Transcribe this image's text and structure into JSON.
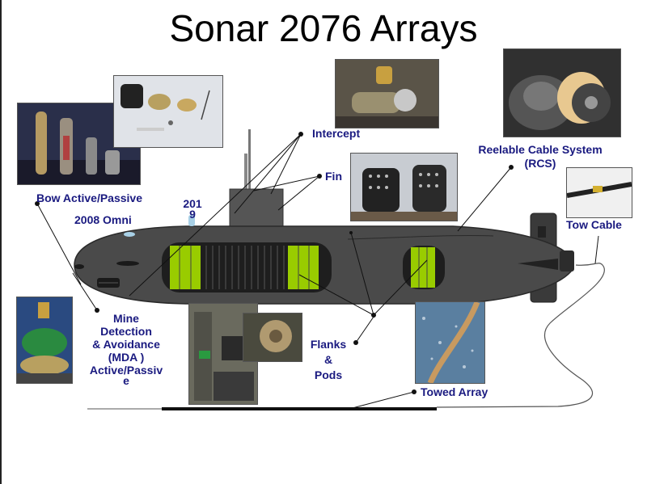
{
  "title": "Sonar 2076 Arrays",
  "labels": {
    "intercept": "Intercept",
    "fin": "Fin",
    "rcs_line1": "Reelable Cable System",
    "rcs_line2": "(RCS)",
    "tow_cable": "Tow Cable",
    "bow": "Bow Active/Passive",
    "omni": "2008 Omni",
    "s2019_a": "201",
    "s2019_b": "9",
    "mine_1": "Mine",
    "mine_2": "Detection",
    "mine_3": "& Avoidance",
    "mine_4": "(MDA )",
    "mine_5": "Active/Passiv",
    "mine_6": "e",
    "flanks_1": "Flanks",
    "flanks_2": "&",
    "flanks_3": "Pods",
    "towed_array": "Towed Array"
  },
  "colors": {
    "hull": "#4a4a4a",
    "label": "#1a1a80",
    "array": "#99cc00"
  }
}
